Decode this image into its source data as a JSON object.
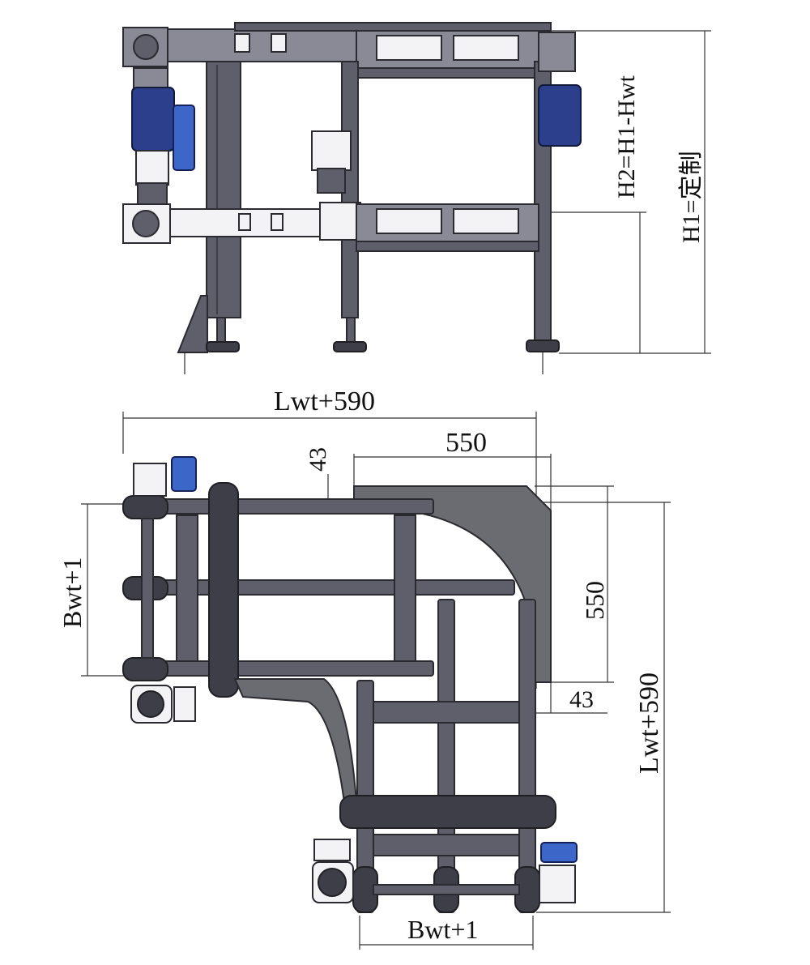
{
  "drawing": {
    "front_view": {
      "dimensions": {
        "h2": "H2=H1-Hwt",
        "h1": "H1=定制"
      }
    },
    "top_view": {
      "dimensions": {
        "length_top": "Lwt+590",
        "corner_width": "550",
        "offset_top": "43",
        "corner_height": "550",
        "offset_right": "43",
        "length_right": "Lwt+590",
        "width_left": "Bwt+1",
        "width_bottom": "Bwt+1"
      }
    },
    "colors": {
      "frame": "#5f5f6b",
      "motor_blue": "#2b3f8c",
      "line": "#333333"
    }
  }
}
